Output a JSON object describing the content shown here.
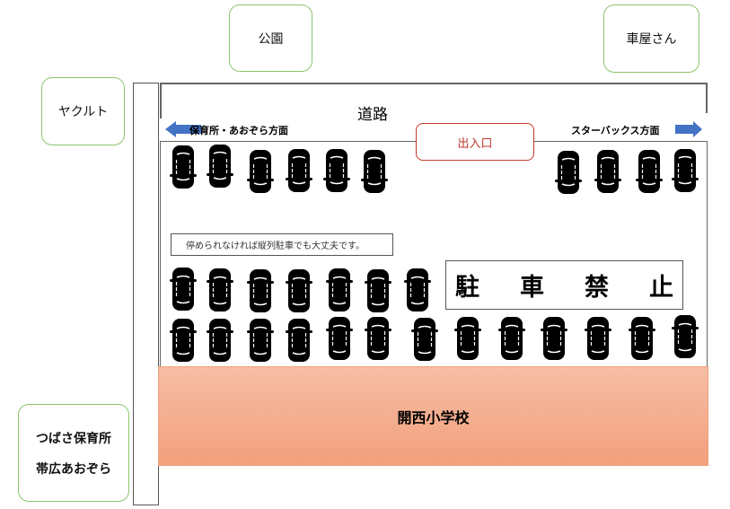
{
  "landmarks": {
    "park": "公園",
    "car_shop": "車屋さん",
    "yakult": "ヤクルト",
    "nursery_line1": "つばさ保育所",
    "nursery_line2": "帯広あおぞら"
  },
  "road": {
    "label": "道路",
    "left_direction": "保育所・あおぞら方面",
    "right_direction": "スターバックス方面",
    "entrance": "出入口"
  },
  "parking": {
    "note": "停められなければ縦列駐車でも大丈夫です。",
    "no_parking": [
      "駐",
      "車",
      "禁",
      "止"
    ],
    "car_counts": {
      "top_row": 10,
      "middle_row": 7,
      "bottom_row": 13
    }
  },
  "school": "開西小学校",
  "colors": {
    "arrow": "#4472c4",
    "entrance_border": "#c0392b",
    "school_top": "#f6bda5",
    "school_bottom": "#f2a07c",
    "landmark_border": "#8cc46c"
  }
}
